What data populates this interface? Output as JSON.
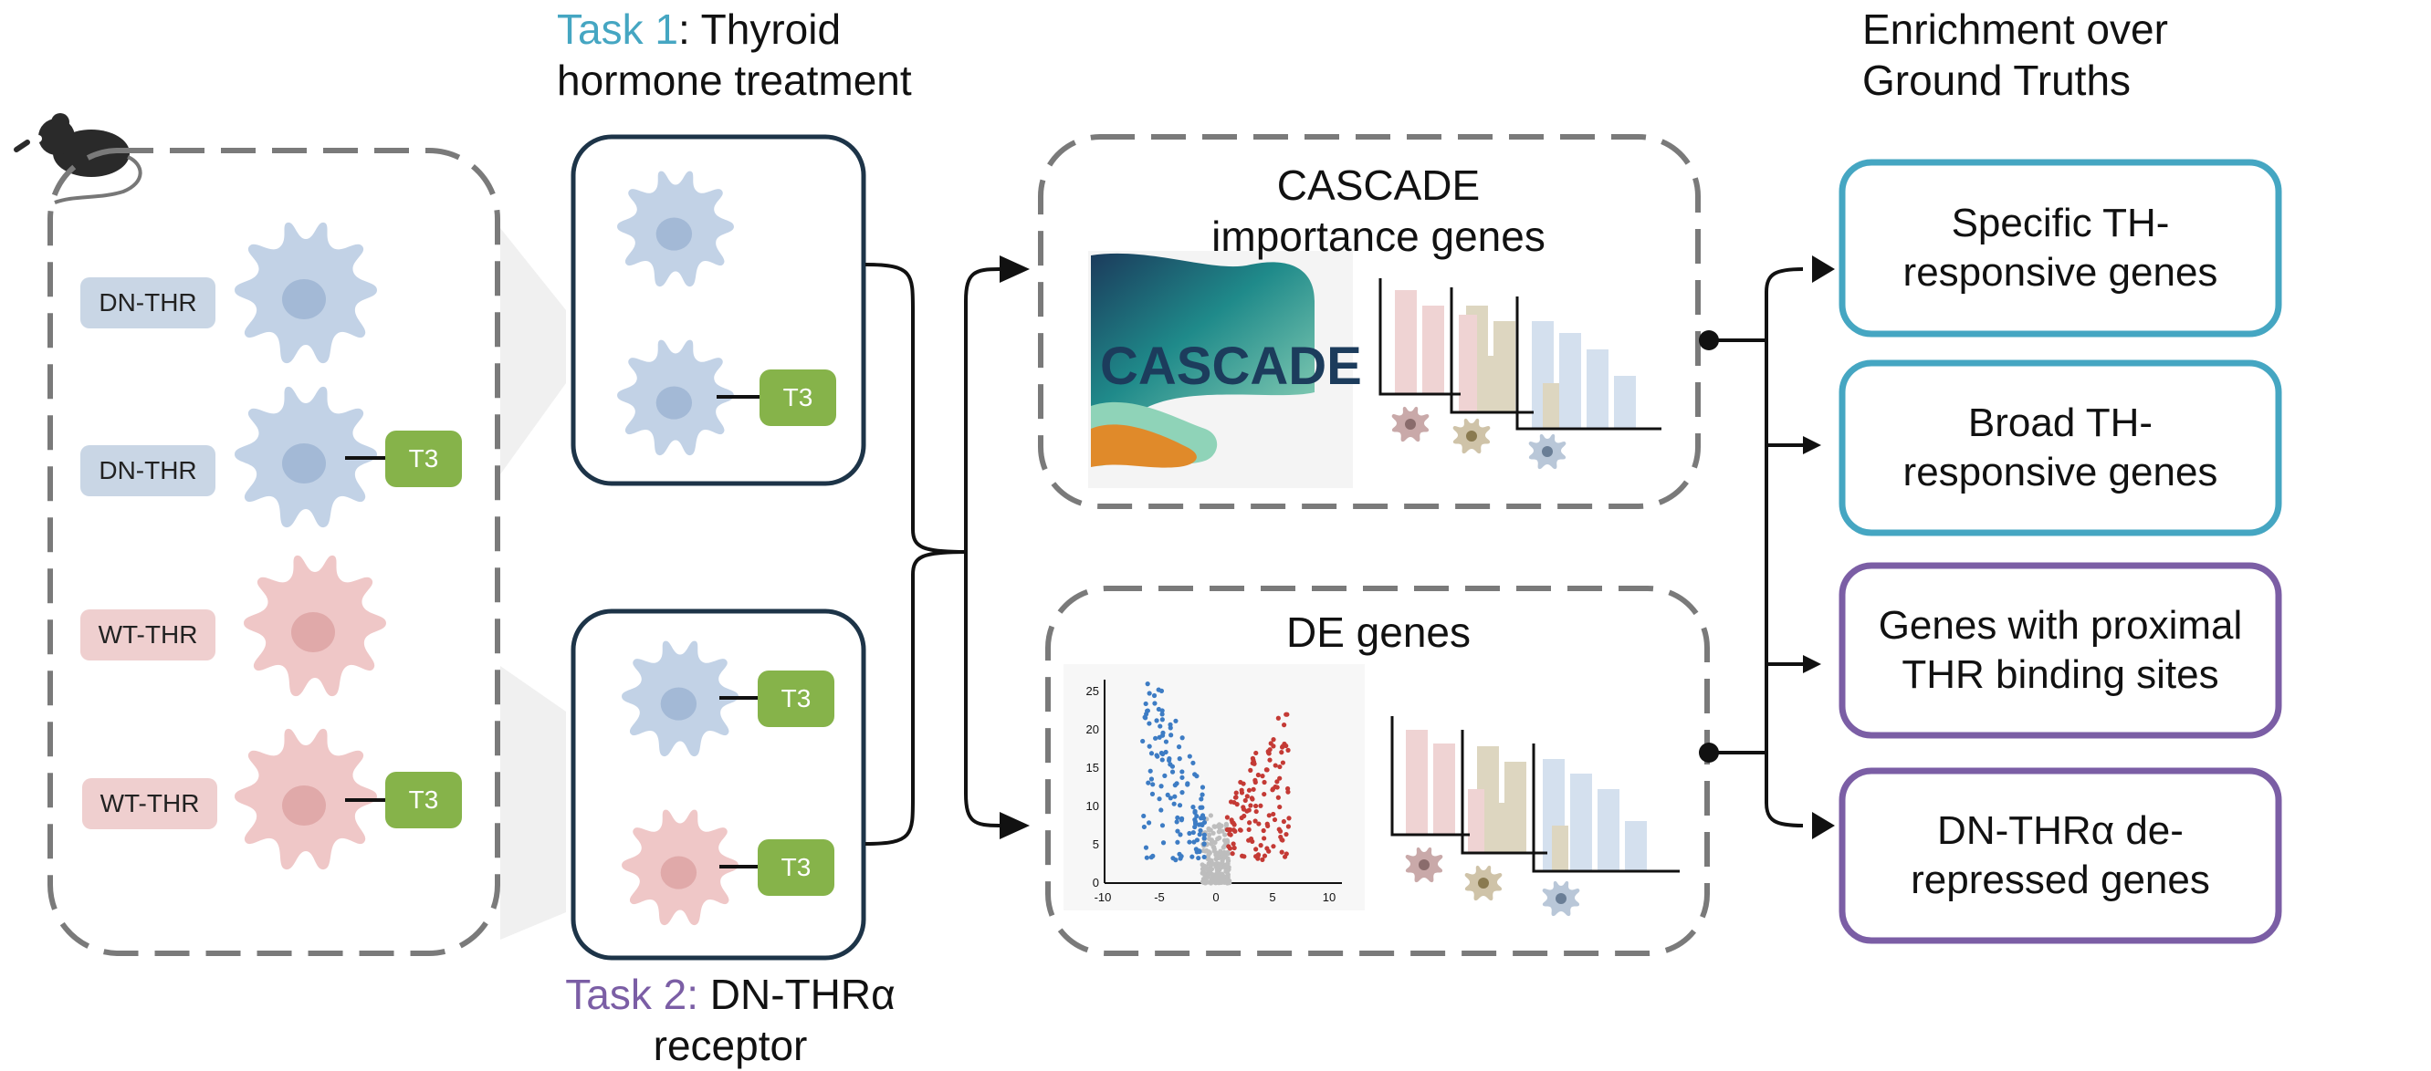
{
  "task1": {
    "label": "Task 1",
    "rest_line1": ": Thyroid",
    "line2": "hormone treatment"
  },
  "task2": {
    "label": "Task 2:",
    "rest_line1": " DN-THRα",
    "line2": "receptor"
  },
  "enrichment_title": {
    "line1": "Enrichment over",
    "line2": "Ground Truths"
  },
  "conditions": [
    {
      "label": "DN-THR",
      "treatment": "",
      "color": "#c9d6e5"
    },
    {
      "label": "DN-THR",
      "treatment": "T3",
      "color": "#c9d6e5"
    },
    {
      "label": "WT-THR",
      "treatment": "",
      "color": "#efcfcf"
    },
    {
      "label": "WT-THR",
      "treatment": "T3",
      "color": "#efcfcf"
    }
  ],
  "t3_label": "T3",
  "cascade_panel": {
    "title_line1": "CASCADE",
    "title_line2": "importance genes",
    "logo_text": "CASCADE"
  },
  "de_panel": {
    "title": "DE genes"
  },
  "volcano": {
    "y_ticks": [
      "25",
      "20",
      "15",
      "10",
      "5",
      "0"
    ],
    "x_ticks": [
      "-10",
      "-5",
      "0",
      "5",
      "10"
    ]
  },
  "ground_truths": [
    {
      "line1": "Specific TH-",
      "line2": "responsive genes",
      "color": "#45a6c2"
    },
    {
      "line1": "Broad TH-",
      "line2": "responsive genes",
      "color": "#45a6c2"
    },
    {
      "line1": "Genes with proximal",
      "line2": "THR binding sites",
      "color": "#7b5ea5"
    },
    {
      "line1": "DN-THRα de-",
      "line2": "repressed genes",
      "color": "#7b5ea5"
    }
  ],
  "colors": {
    "cell_blue": "#c2d2e6",
    "cell_blue_nucleus": "#a3b9d6",
    "cell_red": "#efc7c7",
    "cell_red_nucleus": "#e0a9a9",
    "panel_dark": "#1d3448",
    "dashed_gray": "#7a7a7a",
    "bar_pink": "#efd3d3",
    "bar_tan": "#ddd6c0",
    "bar_blue": "#d4e0ee",
    "volcano_blue": "#3d7cc4",
    "volcano_red": "#c43a35",
    "volcano_gray": "#bdbdbd"
  }
}
